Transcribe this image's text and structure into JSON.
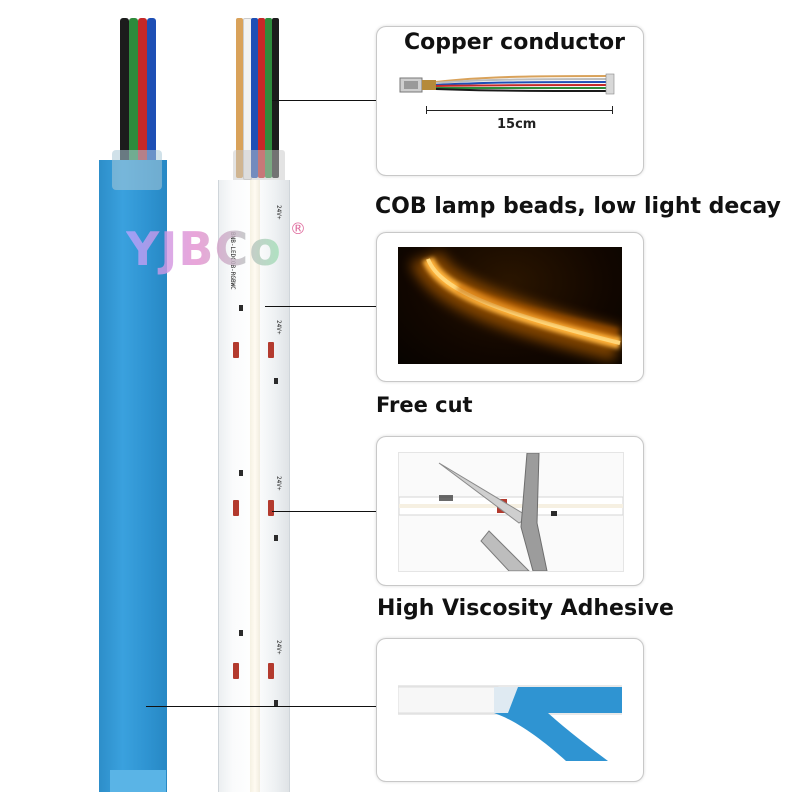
{
  "watermark": {
    "brand": "YJBCo",
    "registered": "®"
  },
  "features": [
    {
      "title": "Copper conductor",
      "dimension_label": "15cm"
    },
    {
      "title": "COB lamp beads, low light decay"
    },
    {
      "title": "Free cut"
    },
    {
      "title": "High Viscosity Adhesive"
    }
  ],
  "strip_markings": {
    "voltage": "24V+",
    "model": "BNB-LEDCOB-RGBWC"
  },
  "colors": {
    "tape_blue": "#2f94d2",
    "cob_glow": "#ff9a1a",
    "resistor_red": "#b33a2e",
    "wire_colors": [
      "#1a1a1a",
      "#2e8b3c",
      "#c62828",
      "#1e4fb5",
      "#f2f2f2",
      "#d9a25a"
    ]
  }
}
